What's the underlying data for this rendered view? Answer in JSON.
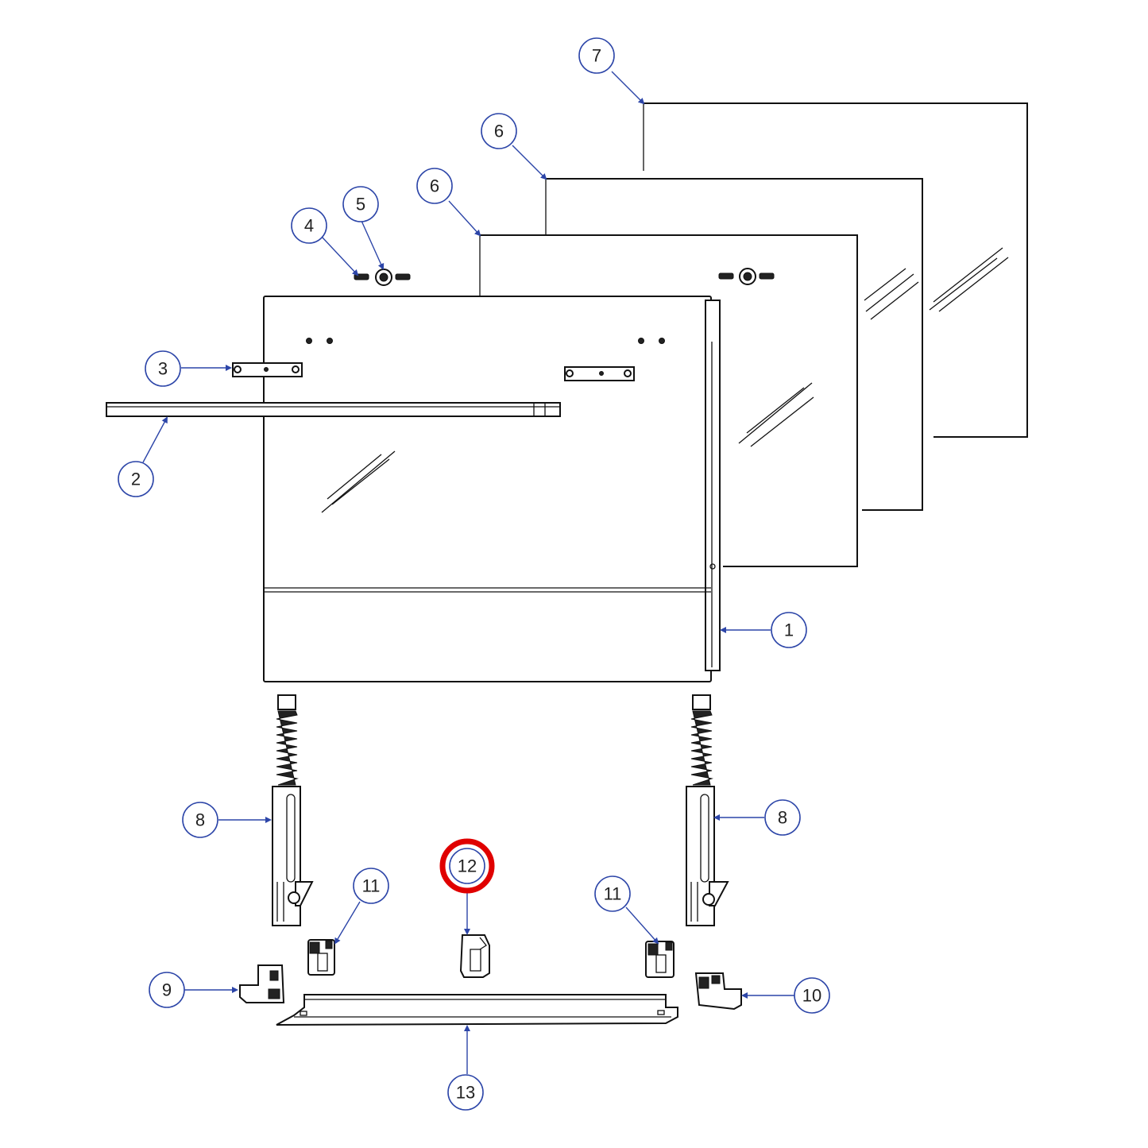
{
  "callouts": {
    "c1": "1",
    "c2": "2",
    "c3": "3",
    "c4": "4",
    "c5": "5",
    "c6a": "6",
    "c6b": "6",
    "c7": "7",
    "c8a": "8",
    "c8b": "8",
    "c9": "9",
    "c10": "10",
    "c11a": "11",
    "c11b": "11",
    "c12": "12",
    "c13": "13"
  },
  "highlighted_part": "12",
  "colors": {
    "callout_line": "#2c45a8",
    "highlight": "#e00000",
    "outline": "#111111"
  }
}
